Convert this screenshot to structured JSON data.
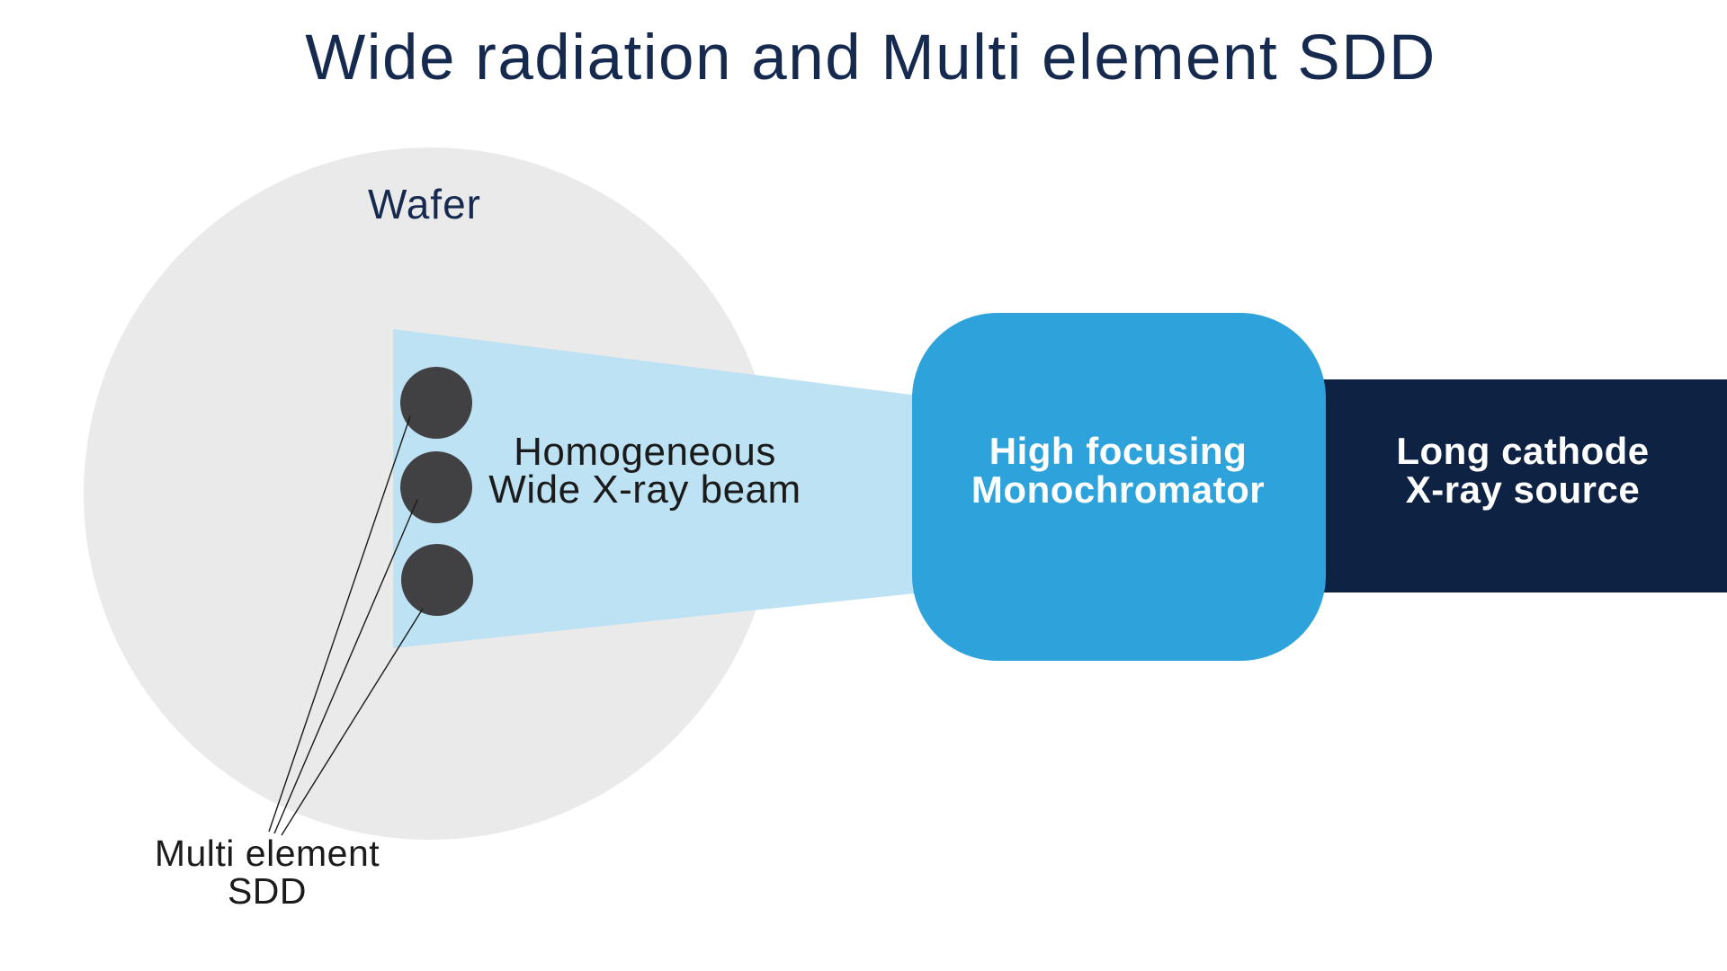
{
  "title": "Wide radiation and Multi element SDD",
  "wafer": {
    "label": "Wafer"
  },
  "beam": {
    "label_line1": "Homogeneous",
    "label_line2": "Wide X-ray beam"
  },
  "monochromator": {
    "label_line1": "High focusing",
    "label_line2": "Monochromator"
  },
  "xray_source": {
    "label_line1": "Long cathode",
    "label_line2": "X-ray source"
  },
  "sdd": {
    "label_line1": "Multi element",
    "label_line2": "SDD"
  },
  "colors": {
    "background": "#ffffff",
    "title_text": "#152A4E",
    "wafer_fill": "#EAEAEA",
    "beam_fill": "#BDE2F4",
    "monochromator_fill": "#2DA2DB",
    "source_fill": "#0E2244",
    "detector_dot": "#414144",
    "dark_text": "#1B1B1B",
    "light_text": "#FFFFFF",
    "pointer_line": "#1A1A1A"
  }
}
